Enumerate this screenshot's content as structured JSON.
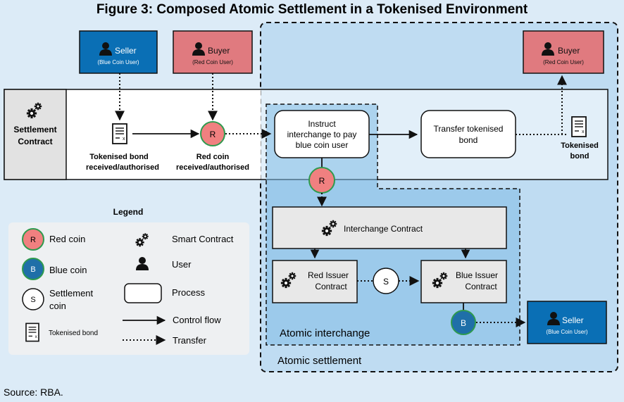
{
  "title": "Figure 3: Composed Atomic Settlement in a Tokenised Environment",
  "source": "Source: RBA.",
  "actors": {
    "seller_top": {
      "name": "Seller",
      "role": "(Blue Coin User)"
    },
    "buyer_top": {
      "name": "Buyer",
      "role": "(Red Coin User)"
    },
    "buyer_right": {
      "name": "Buyer",
      "role": "(Red Coin User)"
    },
    "seller_bottom": {
      "name": "Seller",
      "role": "(Blue Coin User)"
    }
  },
  "settlement_contract": {
    "line1": "Settlement",
    "line2": "Contract"
  },
  "steps": {
    "bond_received": {
      "line1": "Tokenised bond",
      "line2": "received/authorised"
    },
    "redcoin_received": {
      "line1": "Red coin",
      "line2": "received/authorised"
    },
    "instruct": {
      "line1": "Instruct",
      "line2": "interchange to pay",
      "line3": "blue coin user"
    },
    "transfer_bond": {
      "line1": "Transfer tokenised",
      "line2": "bond"
    },
    "bond_out": {
      "line1": "Tokenised",
      "line2": "bond"
    }
  },
  "contracts": {
    "interchange": "Interchange Contract",
    "red_issuer": {
      "line1": "Red Issuer",
      "line2": "Contract"
    },
    "blue_issuer": {
      "line1": "Blue Issuer",
      "line2": "Contract"
    }
  },
  "coins": {
    "red": "R",
    "blue": "B",
    "settlement": "S"
  },
  "regions": {
    "atomic_interchange": "Atomic interchange",
    "atomic_settlement": "Atomic settlement"
  },
  "legend": {
    "title": "Legend",
    "red_coin": "Red coin",
    "blue_coin": "Blue coin",
    "settlement_coin": {
      "line1": "Settlement",
      "line2": "coin"
    },
    "tokenised_bond": "Tokenised bond",
    "smart_contract": "Smart Contract",
    "user": "User",
    "process": "Process",
    "control_flow": "Control flow",
    "transfer": "Transfer"
  },
  "colors": {
    "background": "#dcebf7",
    "blue_coin_user": "#0a6fb5",
    "red_coin_user": "#e07a7f",
    "red_coin": "#f08080",
    "blue_coin": "#1f6fa8",
    "coin_border": "#2e9a4e",
    "interchange_fill": "#a9d0ee",
    "contract_fill": "#e8e8e8"
  },
  "icons": [
    "gears-icon",
    "user-icon",
    "document-icon"
  ]
}
